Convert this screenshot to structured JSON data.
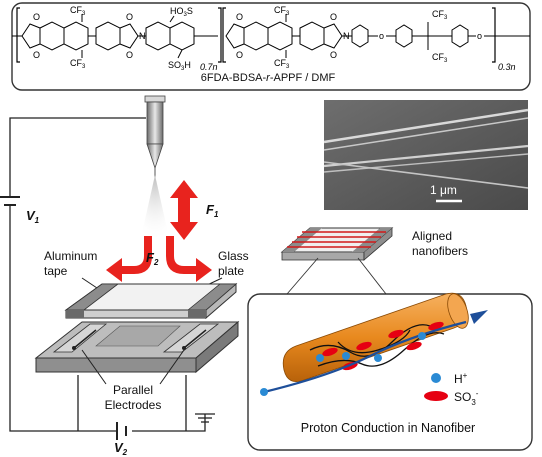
{
  "polymer": {
    "groups": {
      "cf3": "CF",
      "cf3_sub": "3",
      "o": "O",
      "n": "N",
      "so3h_top": "HO",
      "so3h_top_sub": "3",
      "so3h_top_s": "S",
      "so3h_bot_s": "SO",
      "so3h_bot_sub": "3",
      "so3h_bot_h": "H",
      "ether_o": "o"
    },
    "subscript_left": "0.7n",
    "subscript_right": "0.3n",
    "caption_prefix": "6FDA-BDSA-",
    "caption_r": "r",
    "caption_suffix": "-APPF / DMF"
  },
  "labels": {
    "v1": "V",
    "v1_sub": "1",
    "v2": "V",
    "v2_sub": "2",
    "f1": "F",
    "f1_sub": "1",
    "f2": "F",
    "f2_sub": "2",
    "aluminum_tape_1": "Aluminum",
    "aluminum_tape_2": "tape",
    "glass_plate_1": "Glass",
    "glass_plate_2": "plate",
    "parallel_1": "Parallel",
    "parallel_2": "Electrodes",
    "aligned_1": "Aligned",
    "aligned_2": "nanofibers",
    "sem_scale": "1 μm",
    "proton_h": "H",
    "proton_h_sup": "+",
    "proton_so3": "SO",
    "proton_so3_sub": "3",
    "proton_so3_sup": "-",
    "proton_caption": "Proton Conduction in Nanofiber"
  },
  "colors": {
    "arrow_red": "#e8231e",
    "fiber_orange": "#e8891e",
    "proton_blue": "#2a8ad4",
    "sulfonate_red": "#e60012",
    "path_blue": "#1e4f9a",
    "metal_gray": "#9a9a9a"
  }
}
